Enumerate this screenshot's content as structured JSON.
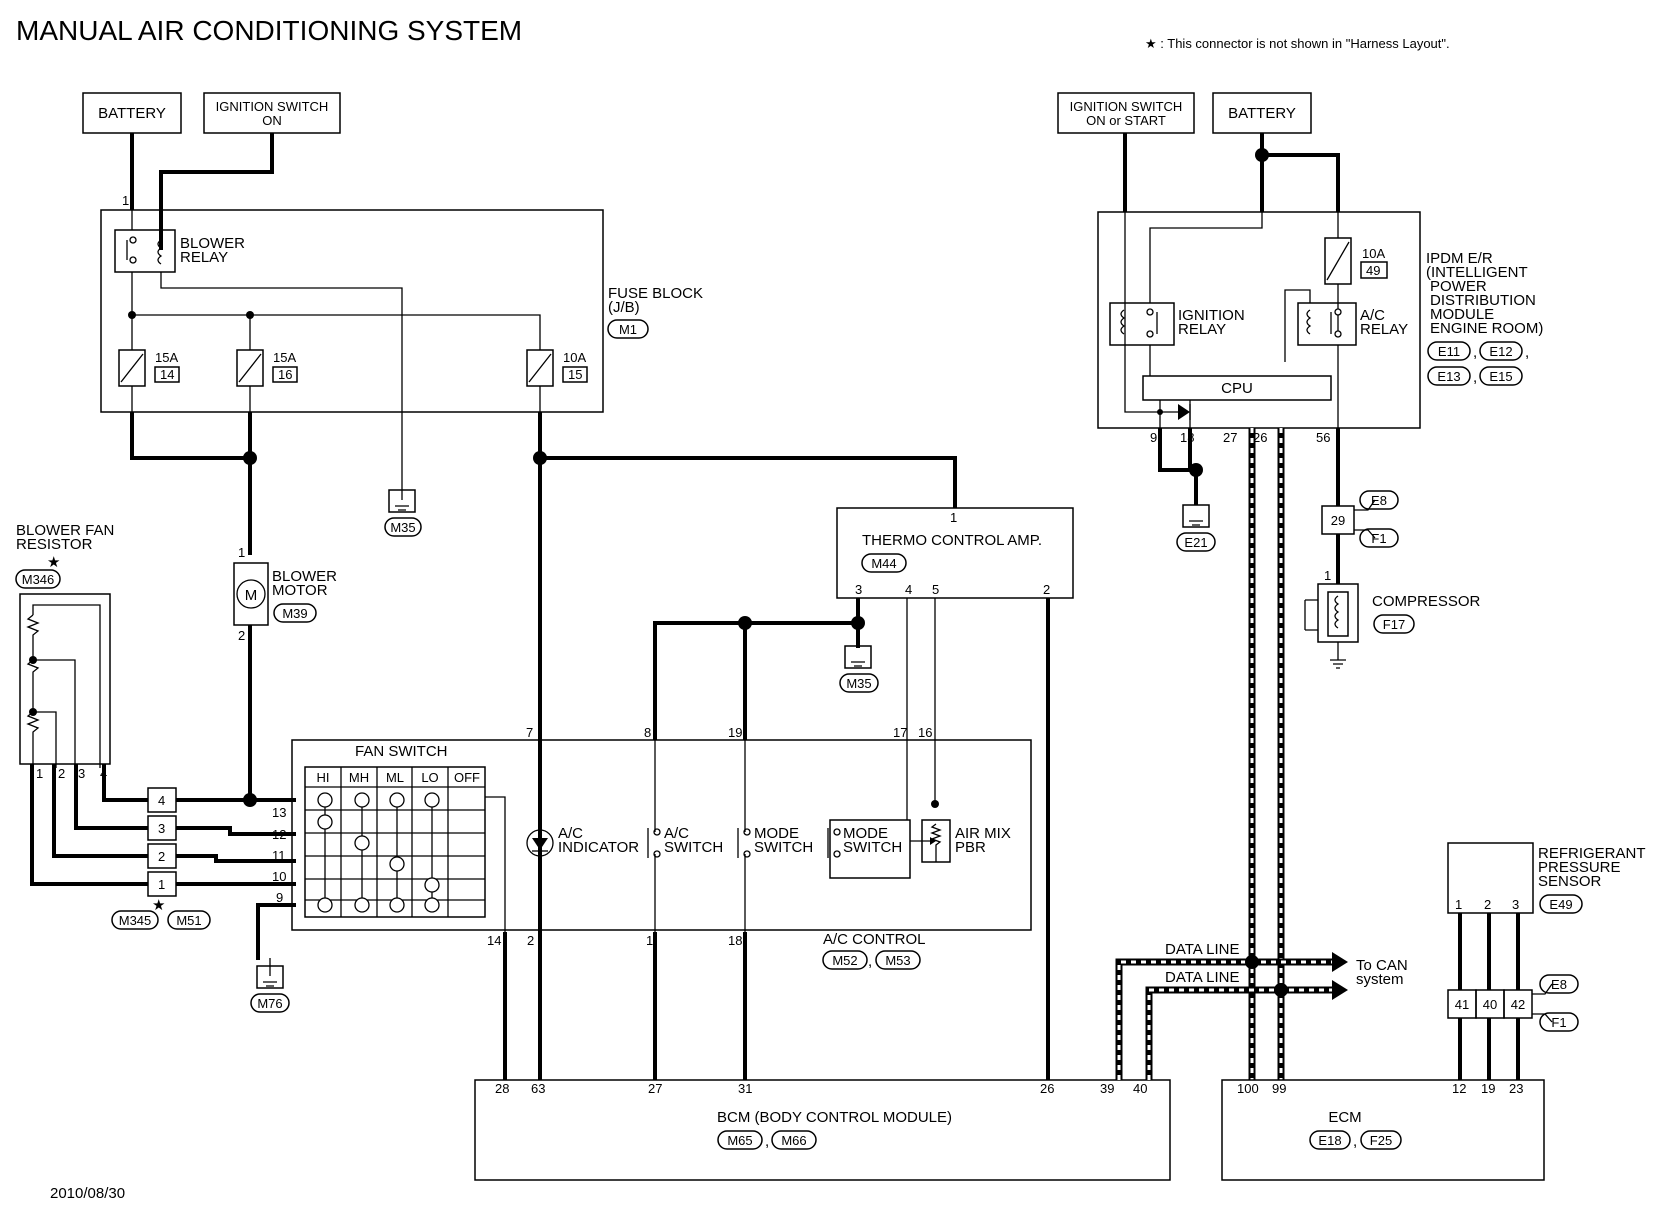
{
  "title": "MANUAL AIR CONDITIONING SYSTEM",
  "note": "★ : This connector is not shown in \"Harness Layout\".",
  "date": "2010/08/30",
  "labels": {
    "battery_left": "BATTERY",
    "ign_left_1": "IGNITION SWITCH",
    "ign_left_2": "ON",
    "ign_right_1": "IGNITION SWITCH",
    "ign_right_2": "ON or START",
    "battery_right": "BATTERY",
    "blower_relay_1": "BLOWER",
    "blower_relay_2": "RELAY",
    "fuse_block_1": "FUSE BLOCK",
    "fuse_block_2": "(J/B)",
    "fuse_block_conn": "M1",
    "fuse_a_amp": "15A",
    "fuse_a_no": "14",
    "fuse_b_amp": "15A",
    "fuse_b_no": "16",
    "fuse_c_amp": "10A",
    "fuse_c_no": "15",
    "fuse_d_amp": "10A",
    "fuse_d_no": "49",
    "ground_m35_a": "M35",
    "ground_m35_b": "M35",
    "ground_m76": "M76",
    "ground_e21": "E21",
    "blower_motor_1": "BLOWER",
    "blower_motor_2": "MOTOR",
    "blower_motor_conn": "M39",
    "resistor_1": "BLOWER FAN",
    "resistor_2": "RESISTOR",
    "resistor_conn": "M346",
    "thermo_amp": "THERMO CONTROL AMP.",
    "thermo_conn": "M44",
    "ipdm_1": "IPDM E/R",
    "ipdm_2": "(INTELLIGENT",
    "ipdm_3": "POWER",
    "ipdm_4": "DISTRIBUTION",
    "ipdm_5": "MODULE",
    "ipdm_6": "ENGINE ROOM)",
    "ipdm_c1": "E11",
    "ipdm_c2": "E12",
    "ipdm_c3": "E13",
    "ipdm_c4": "E15",
    "ign_relay_1": "IGNITION",
    "ign_relay_2": "RELAY",
    "ac_relay_1": "A/C",
    "ac_relay_2": "RELAY",
    "cpu": "CPU",
    "e8_a": "E8",
    "f1_a": "F1",
    "e8_b": "E8",
    "f1_b": "F1",
    "compressor": "COMPRESSOR",
    "compressor_conn": "F17",
    "fan_switch": "FAN SWITCH",
    "ac_indicator_1": "A/C",
    "ac_indicator_2": "INDICATOR",
    "ac_switch_1": "A/C",
    "ac_switch_2": "SWITCH",
    "mode_switch_a_1": "MODE",
    "mode_switch_a_2": "SWITCH",
    "mode_switch_b_1": "MODE",
    "mode_switch_b_2": "SWITCH",
    "air_mix_1": "AIR MIX",
    "air_mix_2": "PBR",
    "ac_control": "A/C CONTROL",
    "ac_control_c1": "M52",
    "ac_control_c2": "M53",
    "m345": "M345",
    "m51": "M51",
    "data_line_1": "DATA LINE",
    "data_line_2": "DATA LINE",
    "to_can_1": "To CAN",
    "to_can_2": "system",
    "refrig_1": "REFRIGERANT",
    "refrig_2": "PRESSURE",
    "refrig_3": "SENSOR",
    "refrig_conn": "E49",
    "bcm": "BCM (BODY CONTROL MODULE)",
    "bcm_c1": "M65",
    "bcm_c2": "M66",
    "ecm": "ECM",
    "ecm_c1": "E18",
    "ecm_c2": "F25",
    "m_letter": "M",
    "comma": ","
  },
  "fan_positions": [
    "HI",
    "MH",
    "ML",
    "LO",
    "OFF"
  ],
  "pins": {
    "fb1": "1",
    "bm1": "1",
    "bm2": "2",
    "r1": "1",
    "r2": "2",
    "r3": "3",
    "r4": "4",
    "c4": "4",
    "c3": "3",
    "c2": "2",
    "c1": "1",
    "fs13": "13",
    "fs12": "12",
    "fs11": "11",
    "fs10": "10",
    "fs9": "9",
    "fs14": "14",
    "ac7": "7",
    "ac8": "8",
    "ac19": "19",
    "ac17": "17",
    "ac16": "16",
    "ac2": "2",
    "ac1": "1",
    "ac18": "18",
    "th1": "1",
    "th3": "3",
    "th4": "4",
    "th5": "5",
    "th2": "2",
    "ip9": "9",
    "ip18": "18",
    "ip27": "27",
    "ip26": "26",
    "ip56": "56",
    "j29": "29",
    "cp1": "1",
    "rs1": "1",
    "rs2": "2",
    "rs3": "3",
    "j41": "41",
    "j40": "40",
    "j42": "42",
    "b28": "28",
    "b63": "63",
    "b27": "27",
    "b31": "31",
    "b26": "26",
    "b39": "39",
    "b40": "40",
    "e100": "100",
    "e99": "99",
    "e12": "12",
    "e19": "19",
    "e23": "23"
  }
}
